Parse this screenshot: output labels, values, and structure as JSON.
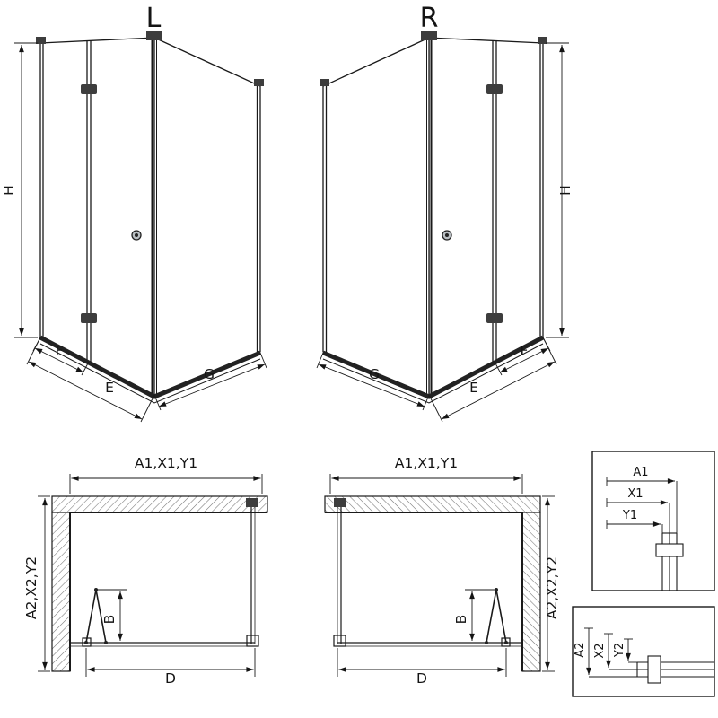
{
  "page": {
    "background": "#ffffff",
    "line_color": "#1a1a1a",
    "hatch_color": "#777777",
    "hardware_color": "#3d3d3d"
  },
  "iso_left": {
    "title": "L",
    "h": "H",
    "f": "F",
    "e": "E",
    "g": "G"
  },
  "iso_right": {
    "title": "R",
    "h": "H",
    "f": "F",
    "e": "E",
    "g": "G"
  },
  "plan_left": {
    "width_dims": "A1,X1,Y1",
    "depth_dims": "A2,X2,Y2",
    "b": "B",
    "d": "D"
  },
  "plan_right": {
    "width_dims": "A1,X1,Y1",
    "depth_dims": "A2,X2,Y2",
    "b": "B",
    "d": "D"
  },
  "detail_width": {
    "a1": "A1",
    "x1": "X1",
    "y1": "Y1"
  },
  "detail_depth": {
    "a2": "A2",
    "x2": "X2",
    "y2": "Y2"
  }
}
